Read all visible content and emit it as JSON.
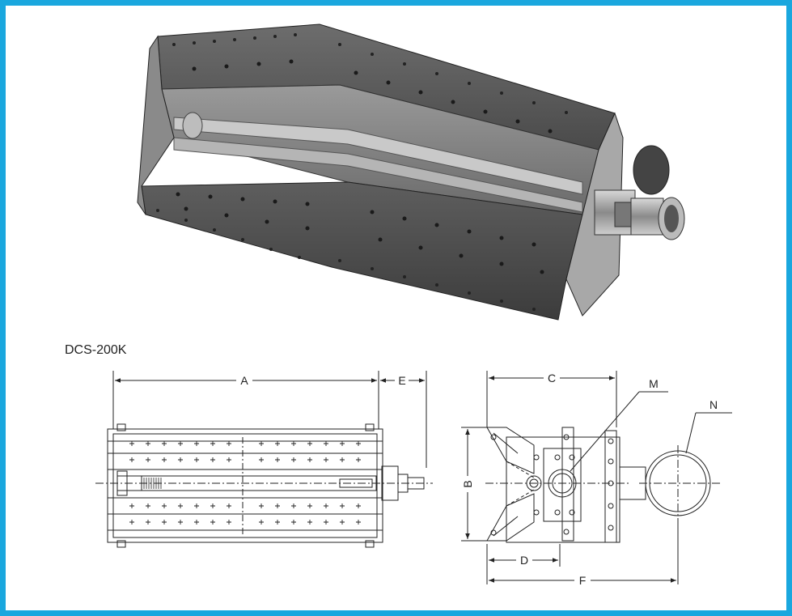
{
  "figure": {
    "border_color": "#1aa7de",
    "model": "DCS-200K",
    "photo": {
      "name": "burner-photo"
    },
    "front_view": {
      "dimensions": [
        {
          "id": "A",
          "label": "A"
        },
        {
          "id": "E",
          "label": "E"
        }
      ]
    },
    "side_view": {
      "dimensions": [
        {
          "id": "C",
          "label": "C"
        },
        {
          "id": "B",
          "label": "B"
        },
        {
          "id": "D",
          "label": "D"
        },
        {
          "id": "F",
          "label": "F"
        }
      ],
      "callouts": [
        {
          "id": "M",
          "label": "M"
        },
        {
          "id": "N",
          "label": "N"
        }
      ]
    }
  }
}
